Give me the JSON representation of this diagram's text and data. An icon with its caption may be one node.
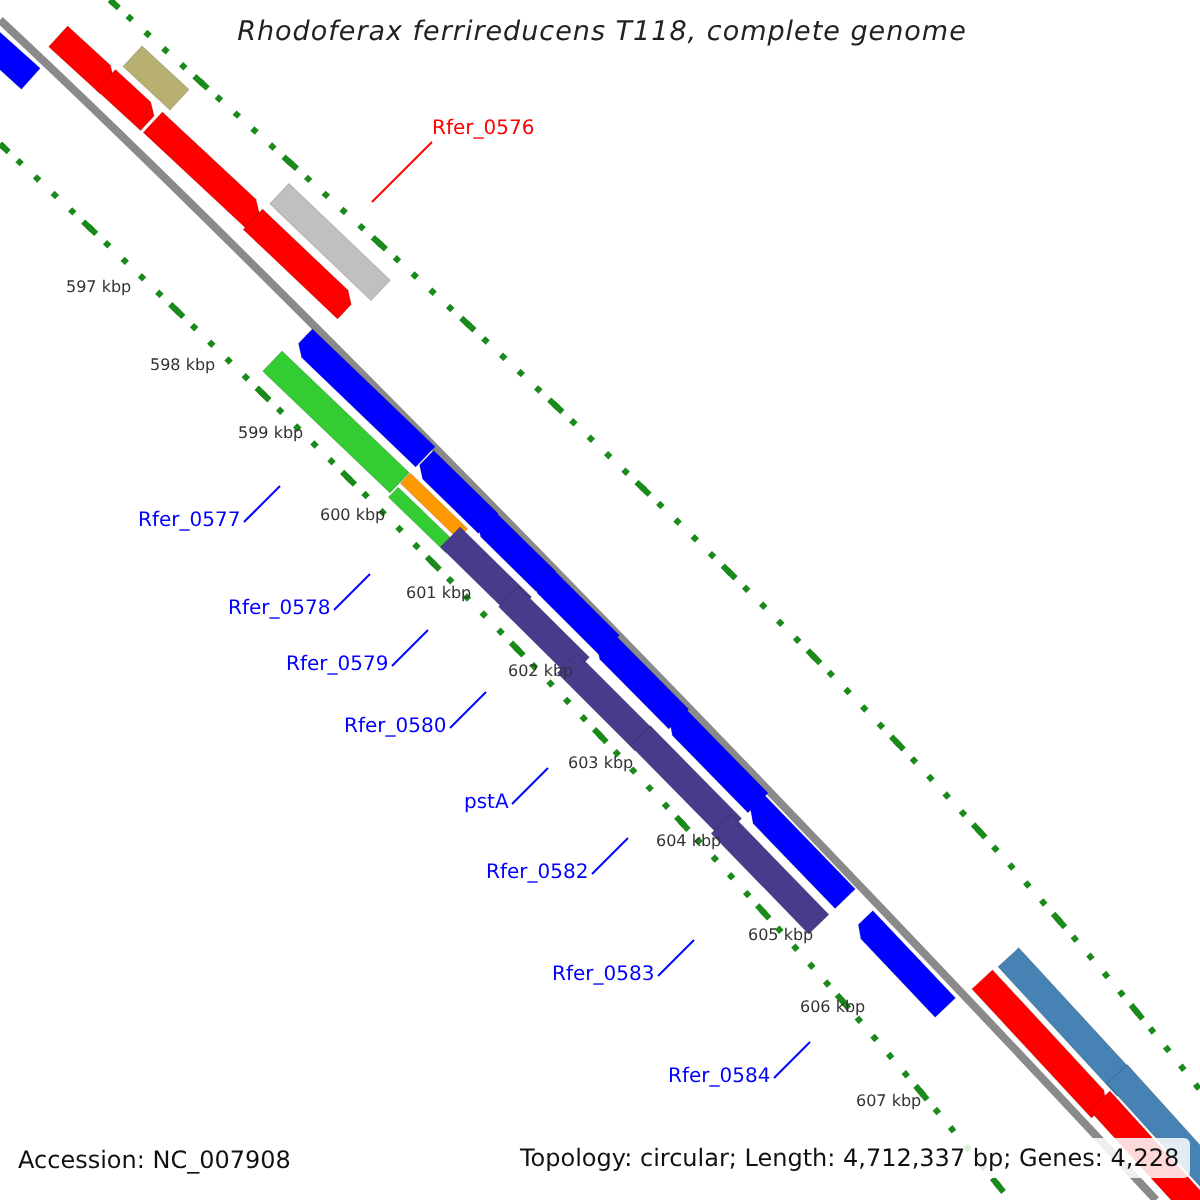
{
  "diagram": {
    "title": "Rhodoferax ferrireducens T118, complete genome",
    "nodes": [
      {
        "text": [
          "Rfer_0576"
        ]
      },
      {
        "text": [
          "Rfer_0577"
        ]
      },
      {
        "text": [
          "Rfer_0578"
        ]
      },
      {
        "text": [
          "Rfer_0579"
        ]
      },
      {
        "text": [
          "Rfer_0580"
        ]
      },
      {
        "text": [
          "pstA"
        ]
      },
      {
        "text": [
          "Rfer_0582"
        ]
      },
      {
        "text": [
          "Rfer_0583"
        ]
      },
      {
        "text": [
          "Rfer_0584"
        ]
      }
    ],
    "edges": [
      {
        "from": 0,
        "to": null,
        "arrow": "none",
        "color": "#ff0000"
      },
      {
        "from": 1,
        "to": null,
        "arrow": "none"
      },
      {
        "from": 2,
        "to": null,
        "arrow": "none"
      },
      {
        "from": 3,
        "to": null,
        "arrow": "none"
      },
      {
        "from": 4,
        "to": null,
        "arrow": "none"
      },
      {
        "from": 5,
        "to": null,
        "arrow": "none"
      },
      {
        "from": 6,
        "to": null,
        "arrow": "none"
      },
      {
        "from": 7,
        "to": null,
        "arrow": "none"
      },
      {
        "from": 8,
        "to": null,
        "arrow": "none"
      }
    ],
    "labels": [
      "597 kbp",
      "598 kbp",
      "599 kbp",
      "600 kbp",
      "601 kbp",
      "602 kbp",
      "603 kbp",
      "604 kbp",
      "605 kbp",
      "606 kbp",
      "607 kbp",
      "Accession: NC_007908",
      "Topology: circular; Length: 4,712,337 bp; Genes: 4,228"
    ]
  }
}
